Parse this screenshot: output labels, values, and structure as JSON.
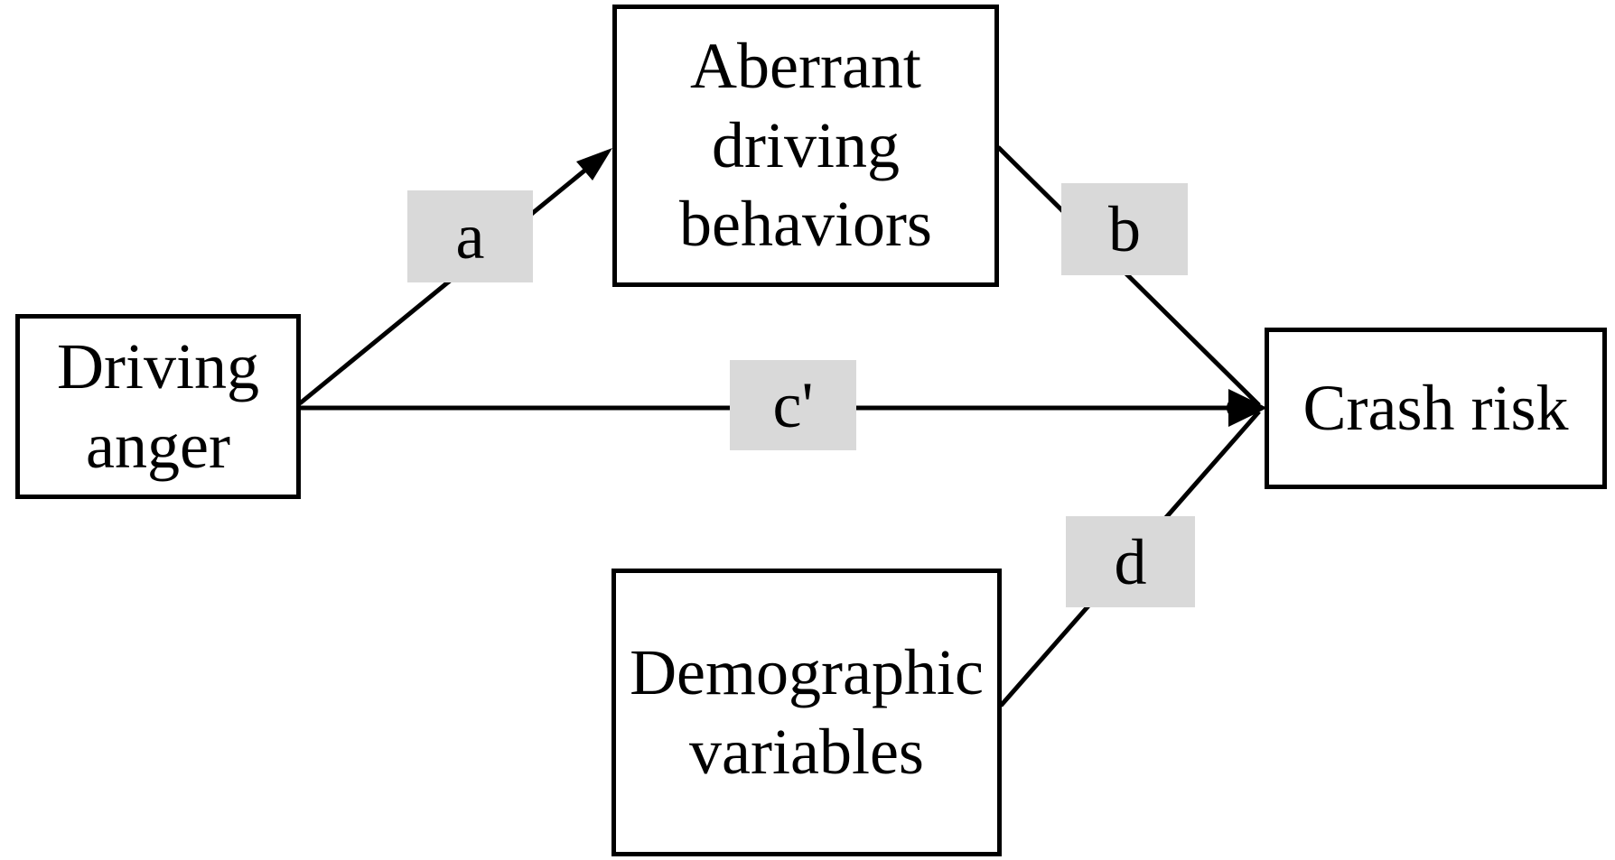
{
  "diagram": {
    "type": "path-model",
    "nodes": [
      {
        "id": "driving-anger",
        "label": "Driving\nanger"
      },
      {
        "id": "aberrant-driving-behaviors",
        "label": "Aberrant\ndriving\nbehaviors"
      },
      {
        "id": "crash-risk",
        "label": "Crash risk"
      },
      {
        "id": "demographic-variables",
        "label": "Demographic\nvariables"
      }
    ],
    "edges": [
      {
        "id": "a",
        "from": "driving-anger",
        "to": "aberrant-driving-behaviors",
        "label": "a"
      },
      {
        "id": "b",
        "from": "aberrant-driving-behaviors",
        "to": "crash-risk",
        "label": "b"
      },
      {
        "id": "c-prime",
        "from": "driving-anger",
        "to": "crash-risk",
        "label": "c'"
      },
      {
        "id": "d",
        "from": "demographic-variables",
        "to": "crash-risk",
        "label": "d"
      }
    ],
    "colors": {
      "background": "#ffffff",
      "box_fill": "#ffffff",
      "box_border": "#000000",
      "line": "#000000",
      "label_chip_fill": "#d9d9d9",
      "text": "#000000"
    }
  }
}
